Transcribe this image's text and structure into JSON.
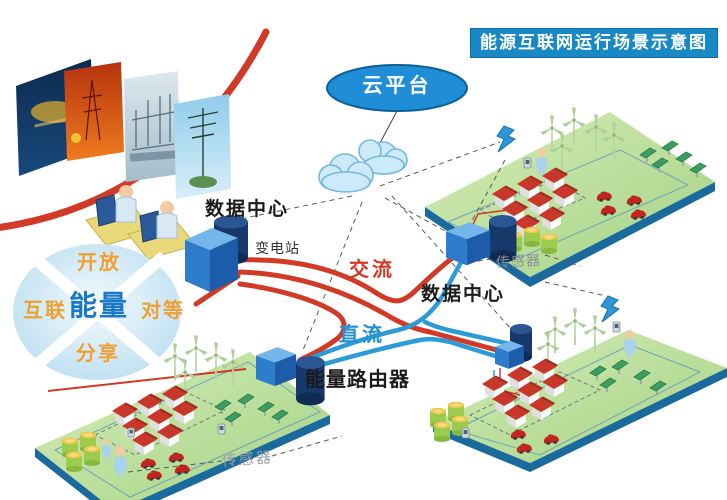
{
  "title": "能源互联网运行场景示意图",
  "cloud_platform_label": "云平台",
  "labels": {
    "data_center_main": "数据中心",
    "substation": "变电站",
    "ac_line": "交流",
    "data_center_right": "数据中心",
    "dc_line": "直流",
    "energy_router": "能量路由器",
    "sensor_right": "传感器",
    "sensor_bottom": "传感器"
  },
  "venn": {
    "top": "开放",
    "left": "互联",
    "center": "能量",
    "right": "对等",
    "bottom": "分享"
  },
  "colors": {
    "title_bg": "#1989c6",
    "ac_red": "#d23a28",
    "dc_blue": "#2b9cd8",
    "cloud_ellipse_fill": "#1f8ed6",
    "platform_green": "#bfe09e",
    "platform_edge_blue": "#1a6a9e",
    "venn_orange": "#f0a030",
    "venn_blue": "#1a78c8",
    "sensor_gray": "#9aa0a6"
  },
  "icons": {
    "cloud": "cloud-icon",
    "data_center": "server-box-and-cylinder-icon",
    "energy_router": "router-box-and-cylinder-icon",
    "wind_turbine": "wind-turbine-icon",
    "house": "house-icon",
    "solar_panel": "solar-panel-icon",
    "car": "car-icon",
    "battery_storage": "battery-storage-icon",
    "person": "person-icon",
    "lightning": "lightning-bolt-icon",
    "photos": "energy-infrastructure-photos",
    "operators": "operators-at-computers"
  }
}
